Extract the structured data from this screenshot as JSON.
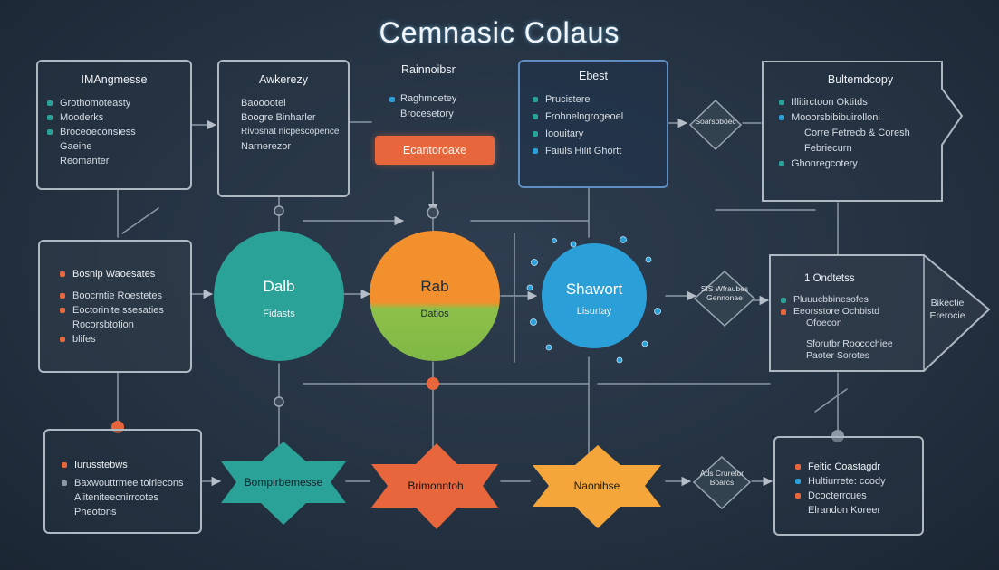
{
  "title": "Cemnasic Colaus",
  "top_boxes": [
    {
      "head": "IMAngmesse",
      "items": [
        "Grothomoteasty",
        "Mooderks",
        "Broceoeconsiess",
        "Gaeihe",
        "Reomanter"
      ]
    },
    {
      "head": "Awkerezy",
      "items": [
        "Baooootel",
        "Boogre Binharler",
        "Rivosnat nicpescopence",
        "Narnerezor"
      ]
    },
    {
      "head": "Rainnoibsr",
      "items": [
        "Raghmoetey",
        "Brocesetory"
      ]
    },
    {
      "head": "Ebest",
      "items": [
        "Prucistere",
        "Frohnelngrogeoel",
        "Ioouitary",
        "Faiuls Hilit Ghortt"
      ]
    },
    {
      "head": "Bultemdcopy",
      "items": [
        "Illitirctoon Oktitds",
        "Mooorsbibibuirolloni",
        "Corre Fetrecb & Coresh",
        "Febriecurn",
        "Ghonregcotery"
      ]
    }
  ],
  "orange_pill": "Ecantoroaxe",
  "circles": [
    {
      "big": "Dalb",
      "small": "Fidasts"
    },
    {
      "big": "Rab",
      "small": "Datios"
    },
    {
      "big": "Shawort",
      "small": "Lisurtay"
    }
  ],
  "left_mid_box": {
    "head": "Bosnip Waoesates",
    "items": [
      "Boocrntie Roestetes",
      "Eoctorinite ssesaties",
      "Rocorsbtotion",
      "blifes"
    ]
  },
  "right_mid_box": {
    "head": "1 Ondtetss",
    "items": [
      "Pluuucbbinesofes",
      "Eeorsstore Ochbistd",
      "Ofoecon"
    ],
    "extra": "Sforutbr Roocochiee",
    "extra2": "Paoter Sorotes",
    "arrow_label": "Bikectie Ererocie"
  },
  "bottom_left_box": {
    "head": "Iurusstebws",
    "items": [
      "Baxwouttrmee toirlecons",
      "Aliteniteecnirrcotes",
      "Pheotons"
    ]
  },
  "bottom_right_box": {
    "head": "Feitic Coastagdr",
    "items": [
      "Hultiurrete: ccody",
      "Dcocterrcues",
      "Elrandon Koreer"
    ]
  },
  "stars": [
    "Bompirbemesse",
    "Brimonntoh",
    "Naonihse"
  ],
  "diamonds": [
    "Soarsbboec",
    "SIS Wfraubes Gennonae",
    "Ads Cruretor Boarcs"
  ],
  "colors": {
    "teal": "#2aa298",
    "orange": "#f28b34",
    "green": "#8ac24a",
    "blue": "#2a9fd8",
    "red": "#e8663c",
    "yellow": "#f4a63a",
    "line": "#a9b4bf"
  }
}
